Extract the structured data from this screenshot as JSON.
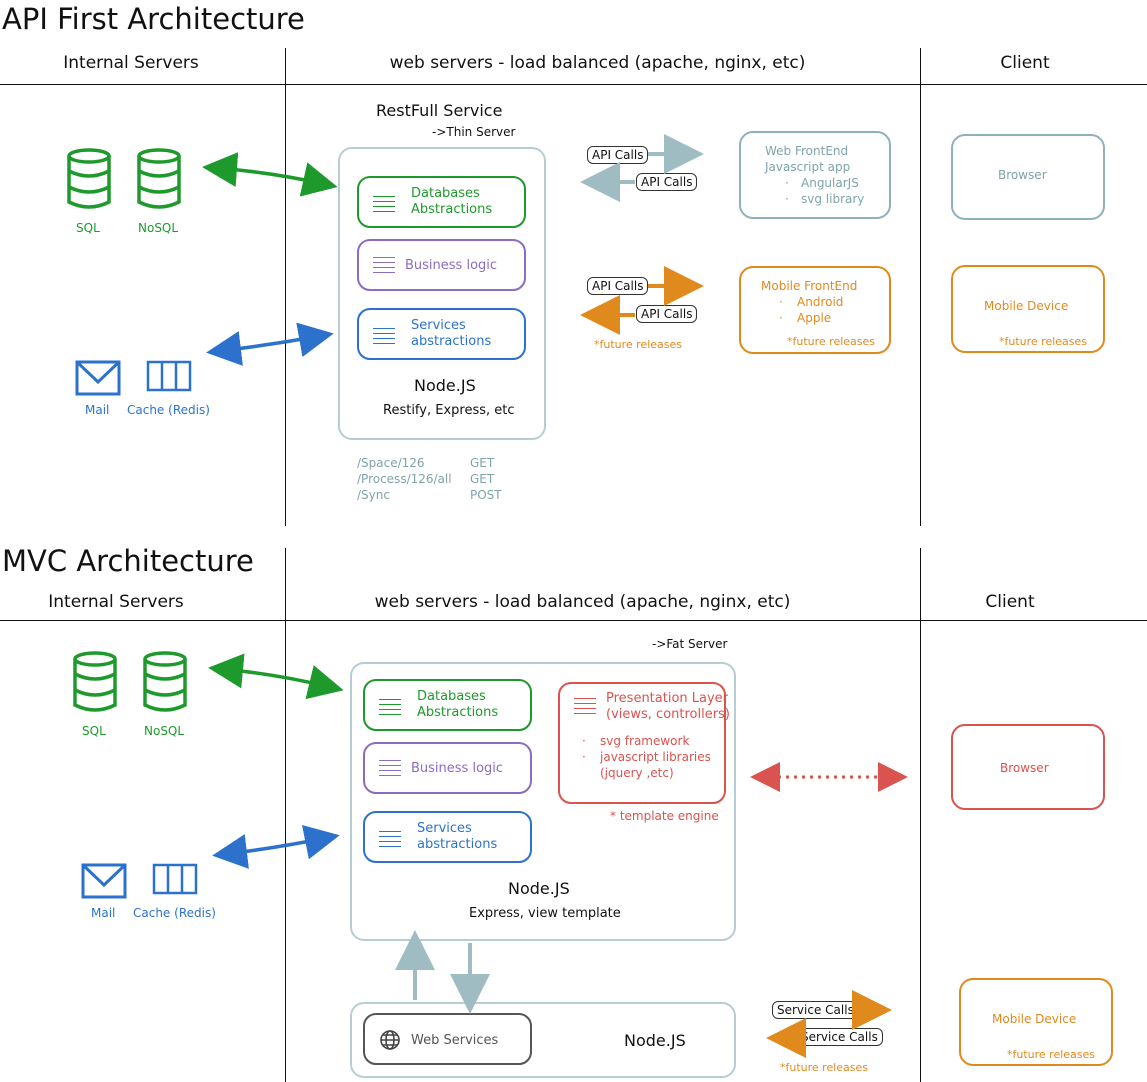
{
  "api": {
    "title": "API First Architecture",
    "col_internal": "Internal Servers",
    "col_web": "web servers - load balanced (apache, nginx, etc)",
    "col_client": "Client",
    "sql": "SQL",
    "nosql": "NoSQL",
    "mail": "Mail",
    "cache": "Cache (Redis)",
    "restfull": "RestFull Service",
    "thin": "->Thin Server",
    "db_line1": "Databases",
    "db_line2": "Abstractions",
    "business": "Business logic",
    "svc_line1": "Services",
    "svc_line2": "abstractions",
    "nodejs": "Node.JS",
    "restify": "Restify, Express, etc",
    "routes": [
      {
        "path": "/Space/126",
        "method": "GET"
      },
      {
        "path": "/Process/126/all",
        "method": "GET"
      },
      {
        "path": "/Sync",
        "method": "POST"
      }
    ],
    "api_calls": "API Calls",
    "future": "*future releases",
    "web_front": "Web FrontEnd",
    "js_app": "Javascript app",
    "angular": "AngularJS",
    "svglib": "svg library",
    "mobile_front": "Mobile FrontEnd",
    "android": "Android",
    "apple": "Apple",
    "browser": "Browser",
    "mobile_device": "Mobile Device",
    "bullet": "·"
  },
  "mvc": {
    "title": "MVC Architecture",
    "col_internal": "Internal Servers",
    "col_web": "web servers - load balanced (apache, nginx, etc)",
    "col_client": "Client",
    "sql": "SQL",
    "nosql": "NoSQL",
    "mail": "Mail",
    "cache": "Cache (Redis)",
    "fat": "->Fat Server",
    "db_line1": "Databases",
    "db_line2": "Abstractions",
    "business": "Business logic",
    "svc_line1": "Services",
    "svc_line2": "abstractions",
    "pres_line1": "Presentation Layer",
    "pres_line2": "(views, controllers)",
    "svg_fw": "svg framework",
    "js_libs": "javascript libraries",
    "jquery": "(jquery ,etc)",
    "template_engine": "* template engine",
    "nodejs": "Node.JS",
    "express": "Express, view template",
    "web_services": "Web Services",
    "nodejs2": "Node.JS",
    "service_calls": "Service Calls",
    "future": "*future releases",
    "browser": "Browser",
    "mobile_device": "Mobile Device",
    "bullet": "·"
  },
  "colors": {
    "green": "#1e9a2c",
    "purple": "#8b6cc2",
    "blue": "#2c72cc",
    "teal": "#9fbcc2",
    "orange": "#e08a1e",
    "red": "#d9534f",
    "grey": "#555555"
  }
}
